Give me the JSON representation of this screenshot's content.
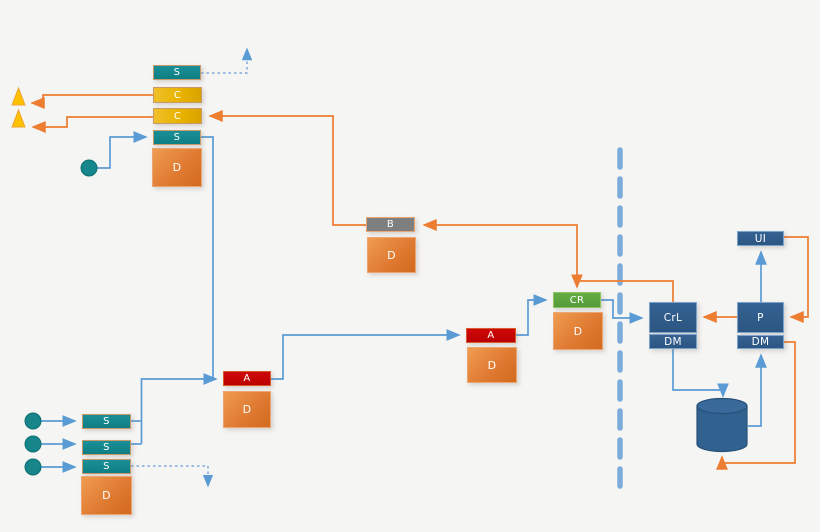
{
  "diagram": {
    "title": "component-flow-diagram",
    "nodes": {
      "s1": "S",
      "c1": "C",
      "c2": "C",
      "s2": "S",
      "d1": "D",
      "b": "B",
      "d_b": "D",
      "a1": "A",
      "d_a1": "D",
      "a2": "A",
      "d_a2": "D",
      "cr": "CR",
      "d_cr": "D",
      "crl": "CrL",
      "dm_crl": "DM",
      "p": "P",
      "dm_p": "DM",
      "ui": "UI",
      "s3": "S",
      "s4": "S",
      "s5": "S",
      "d_bot": "D"
    },
    "shapes": {
      "output_triangles": {
        "count": 2,
        "color": "#FFC000"
      },
      "start_circles": {
        "count": 4,
        "color": "#17868B"
      },
      "database_cylinder": {
        "count": 1,
        "color": "#31618F"
      },
      "boundary_line": {
        "style": "dashed-vertical",
        "color": "#6FA4D8"
      }
    },
    "connector_colors": {
      "blue": "#5B9BD5",
      "orange": "#ED7D31"
    },
    "edges": [
      {
        "from": "circle-top",
        "to": "s2",
        "style": "blue-solid"
      },
      {
        "from": "s2",
        "to": "a1",
        "style": "blue-solid"
      },
      {
        "from": "s3",
        "to": "a1",
        "style": "blue-solid"
      },
      {
        "from": "s4",
        "to": "a1",
        "style": "blue-solid"
      },
      {
        "from": "a1",
        "to": "a2",
        "style": "blue-solid"
      },
      {
        "from": "a2",
        "to": "cr",
        "style": "blue-solid"
      },
      {
        "from": "cr",
        "to": "crl",
        "style": "blue-solid"
      },
      {
        "from": "p",
        "to": "ui",
        "style": "blue-solid"
      },
      {
        "from": "dm_crl",
        "to": "database",
        "style": "blue-solid"
      },
      {
        "from": "database",
        "to": "dm_p",
        "style": "blue-solid"
      },
      {
        "from": "circle-1",
        "to": "s3",
        "style": "blue-solid"
      },
      {
        "from": "circle-2",
        "to": "s4",
        "style": "blue-solid"
      },
      {
        "from": "circle-3",
        "to": "s5",
        "style": "blue-solid"
      },
      {
        "from": "s1",
        "to": "exit-up",
        "style": "blue-dotted"
      },
      {
        "from": "s5",
        "to": "exit-down",
        "style": "blue-dotted"
      },
      {
        "from": "c1",
        "to": "triangle-1",
        "style": "orange"
      },
      {
        "from": "c2",
        "to": "triangle-2",
        "style": "orange"
      },
      {
        "from": "b",
        "to": "c2",
        "style": "orange"
      },
      {
        "from": "crl",
        "to": "b",
        "style": "orange"
      },
      {
        "from": "crl",
        "to": "cr",
        "style": "orange"
      },
      {
        "from": "ui",
        "to": "p",
        "style": "orange"
      },
      {
        "from": "p",
        "to": "crl",
        "style": "orange"
      },
      {
        "from": "dm_p",
        "to": "database",
        "style": "orange"
      }
    ]
  }
}
